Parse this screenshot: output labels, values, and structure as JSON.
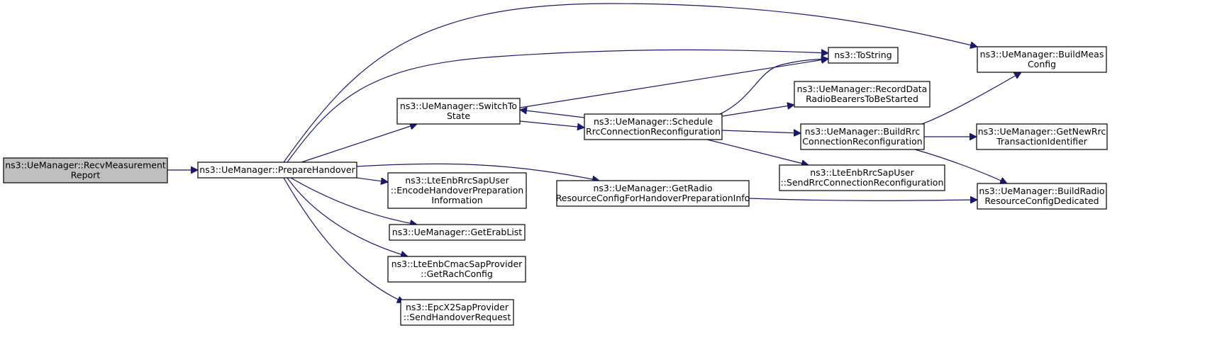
{
  "graph": {
    "root": "recv-measurement-report",
    "nodes": [
      {
        "id": "recv-measurement-report",
        "lines": [
          "ns3::UeManager::RecvMeasurement",
          "Report"
        ],
        "root": true
      },
      {
        "id": "prepare-handover",
        "lines": [
          "ns3::UeManager::PrepareHandover"
        ]
      },
      {
        "id": "switch-to-state",
        "lines": [
          "ns3::UeManager::SwitchTo",
          "State"
        ]
      },
      {
        "id": "encode-handover-prep",
        "lines": [
          "ns3::LteEnbRrcSapUser",
          "::EncodeHandoverPreparation",
          "Information"
        ]
      },
      {
        "id": "get-erab-list",
        "lines": [
          "ns3::UeManager::GetErabList"
        ]
      },
      {
        "id": "get-rach-config",
        "lines": [
          "ns3::LteEnbCmacSapProvider",
          "::GetRachConfig"
        ]
      },
      {
        "id": "send-handover-request",
        "lines": [
          "ns3::EpcX2SapProvider",
          "::SendHandoverRequest"
        ]
      },
      {
        "id": "schedule-rrc-reconf",
        "lines": [
          "ns3::UeManager::Schedule",
          "RrcConnectionReconfiguration"
        ]
      },
      {
        "id": "get-radio-resource-config",
        "lines": [
          "ns3::UeManager::GetRadio",
          "ResourceConfigForHandoverPreparationInfo"
        ]
      },
      {
        "id": "to-string",
        "lines": [
          "ns3::ToString"
        ]
      },
      {
        "id": "record-data-radio-bearers",
        "lines": [
          "ns3::UeManager::RecordData",
          "RadioBearersToBeStarted"
        ]
      },
      {
        "id": "build-rrc-reconf",
        "lines": [
          "ns3::UeManager::BuildRrc",
          "ConnectionReconfiguration"
        ]
      },
      {
        "id": "send-rrc-reconf",
        "lines": [
          "ns3::LteEnbRrcSapUser",
          "::SendRrcConnectionReconfiguration"
        ]
      },
      {
        "id": "build-meas-config",
        "lines": [
          "ns3::UeManager::BuildMeas",
          "Config"
        ]
      },
      {
        "id": "get-new-rrc-transaction-id",
        "lines": [
          "ns3::UeManager::GetNewRrc",
          "TransactionIdentifier"
        ]
      },
      {
        "id": "build-radio-resource-config-dedicated",
        "lines": [
          "ns3::UeManager::BuildRadio",
          "ResourceConfigDedicated"
        ]
      }
    ],
    "edges": [
      {
        "from": "recv-measurement-report",
        "to": "prepare-handover"
      },
      {
        "from": "prepare-handover",
        "to": "build-meas-config"
      },
      {
        "from": "prepare-handover",
        "to": "to-string"
      },
      {
        "from": "prepare-handover",
        "to": "switch-to-state"
      },
      {
        "from": "prepare-handover",
        "to": "get-radio-resource-config"
      },
      {
        "from": "prepare-handover",
        "to": "encode-handover-prep"
      },
      {
        "from": "prepare-handover",
        "to": "get-erab-list"
      },
      {
        "from": "prepare-handover",
        "to": "get-rach-config"
      },
      {
        "from": "prepare-handover",
        "to": "send-handover-request"
      },
      {
        "from": "switch-to-state",
        "to": "to-string"
      },
      {
        "from": "switch-to-state",
        "to": "schedule-rrc-reconf"
      },
      {
        "from": "schedule-rrc-reconf",
        "to": "switch-to-state"
      },
      {
        "from": "schedule-rrc-reconf",
        "to": "to-string"
      },
      {
        "from": "schedule-rrc-reconf",
        "to": "record-data-radio-bearers"
      },
      {
        "from": "schedule-rrc-reconf",
        "to": "build-rrc-reconf"
      },
      {
        "from": "schedule-rrc-reconf",
        "to": "send-rrc-reconf"
      },
      {
        "from": "build-rrc-reconf",
        "to": "build-meas-config"
      },
      {
        "from": "build-rrc-reconf",
        "to": "get-new-rrc-transaction-id"
      },
      {
        "from": "build-rrc-reconf",
        "to": "build-radio-resource-config-dedicated"
      },
      {
        "from": "get-radio-resource-config",
        "to": "build-radio-resource-config-dedicated"
      }
    ]
  }
}
